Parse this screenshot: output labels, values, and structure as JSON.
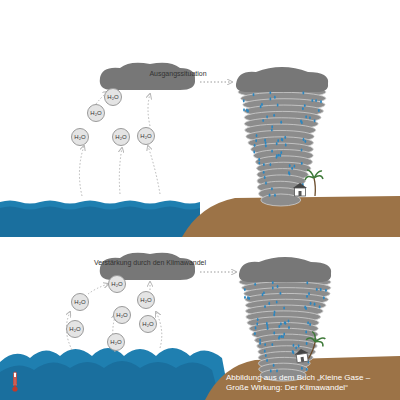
{
  "diagram": {
    "caption": "Abbildung aus dem Buch „Kleine Gase – Große Wirkung: Der Klimawandel“",
    "nodes": [
      {
        "text": [
          "H₂O"
        ]
      },
      {
        "text": [
          "H₂O"
        ]
      },
      {
        "text": [
          "H₂O"
        ]
      },
      {
        "text": [
          "H₂O"
        ]
      },
      {
        "text": [
          "H₂O"
        ]
      },
      {
        "text": [
          "H₂O"
        ]
      },
      {
        "text": [
          "H₂O"
        ]
      },
      {
        "text": [
          "H₂O"
        ]
      },
      {
        "text": [
          "H₂O"
        ]
      },
      {
        "text": [
          "H₂O"
        ]
      },
      {
        "text": [
          "H₂O"
        ]
      },
      {
        "text": [
          "H₂O"
        ]
      }
    ],
    "labels": [
      "Ausgangssituation",
      "Verstärkung durch den Klimawandel"
    ]
  }
}
